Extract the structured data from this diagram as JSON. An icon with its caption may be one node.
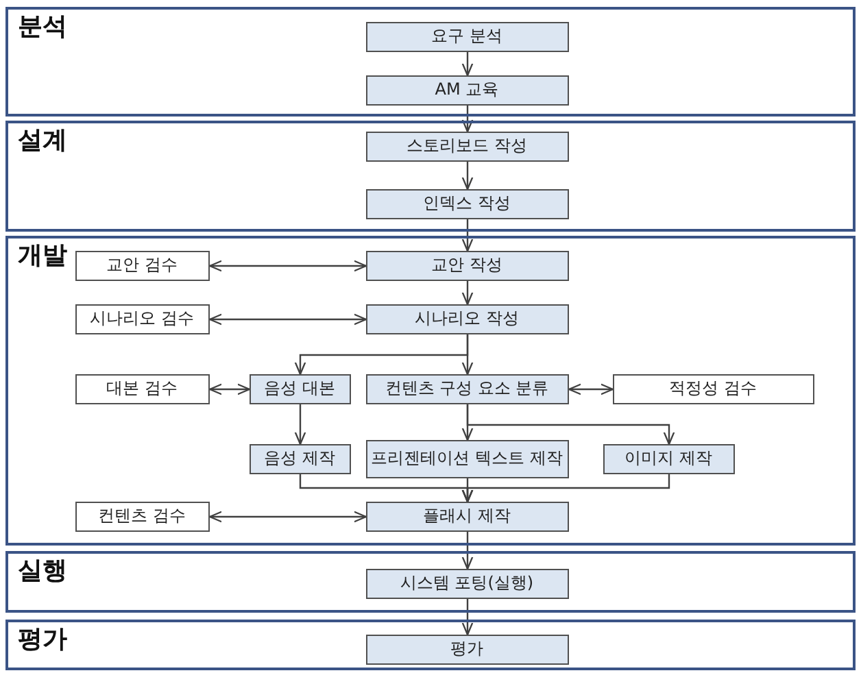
{
  "diagram": {
    "nodes": [
      {
        "text": [
          "분석"
        ]
      },
      {
        "text": [
          "요구 분석"
        ],
        "in": 0
      },
      {
        "text": [
          "AM 교육"
        ],
        "in": 0
      },
      {
        "text": [
          "설계"
        ]
      },
      {
        "text": [
          "스토리보드 작성"
        ],
        "in": 3
      },
      {
        "text": [
          "인덱스 작성"
        ],
        "in": 3
      },
      {
        "text": [
          "개발"
        ]
      },
      {
        "text": [
          "교안 검수"
        ],
        "in": 6
      },
      {
        "text": [
          "교안 작성"
        ],
        "in": 6
      },
      {
        "text": [
          "시나리오 검수"
        ],
        "in": 6
      },
      {
        "text": [
          "시나리오 작성"
        ],
        "in": 6
      },
      {
        "text": [
          "대본 검수"
        ],
        "in": 6
      },
      {
        "text": [
          "음성 대본"
        ],
        "in": 6
      },
      {
        "text": [
          "컨텐츠 구성 요소 분류"
        ],
        "in": 6
      },
      {
        "text": [
          "적정성 검수"
        ],
        "in": 6
      },
      {
        "text": [
          "음성 제작"
        ],
        "in": 6
      },
      {
        "text": [
          "프리젠테이션 텍스트 제작"
        ],
        "in": 6
      },
      {
        "text": [
          "이미지 제작"
        ],
        "in": 6
      },
      {
        "text": [
          "컨텐츠 검수"
        ],
        "in": 6
      },
      {
        "text": [
          "플래시 제작"
        ],
        "in": 6
      },
      {
        "text": [
          "실행"
        ]
      },
      {
        "text": [
          "시스템 포팅(실행)"
        ],
        "in": 20
      },
      {
        "text": [
          "평가"
        ]
      },
      {
        "text": [
          "평가"
        ],
        "in": 22
      }
    ],
    "edges": [
      {
        "from": 1,
        "to": 2,
        "arrow": "to"
      },
      {
        "from": 2,
        "to": 4,
        "arrow": "to"
      },
      {
        "from": 4,
        "to": 5,
        "arrow": "to"
      },
      {
        "from": 5,
        "to": 8,
        "arrow": "to"
      },
      {
        "from": 7,
        "to": 8,
        "arrow": "both"
      },
      {
        "from": 8,
        "to": 10,
        "arrow": "to"
      },
      {
        "from": 9,
        "to": 10,
        "arrow": "both"
      },
      {
        "from": 10,
        "to": 12,
        "arrow": "to"
      },
      {
        "from": 10,
        "to": 13,
        "arrow": "to"
      },
      {
        "from": 11,
        "to": 12,
        "arrow": "both"
      },
      {
        "from": 13,
        "to": 14,
        "arrow": "both"
      },
      {
        "from": 12,
        "to": 15,
        "arrow": "to"
      },
      {
        "from": 13,
        "to": 16,
        "arrow": "to"
      },
      {
        "from": 13,
        "to": 17,
        "arrow": "to"
      },
      {
        "from": 15,
        "to": 19,
        "arrow": "to"
      },
      {
        "from": 16,
        "to": 19,
        "arrow": "to"
      },
      {
        "from": 17,
        "to": 19,
        "arrow": "to"
      },
      {
        "from": 18,
        "to": 19,
        "arrow": "both"
      },
      {
        "from": 19,
        "to": 21,
        "arrow": "to"
      },
      {
        "from": 21,
        "to": 23,
        "arrow": "to"
      }
    ]
  }
}
